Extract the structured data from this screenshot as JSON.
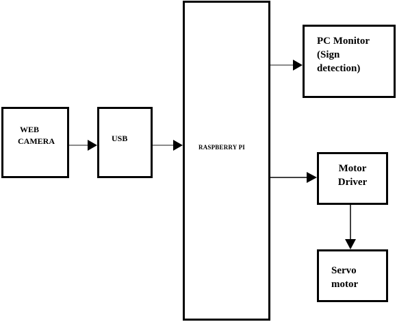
{
  "diagram": {
    "blocks": {
      "web_camera": {
        "lines": [
          "WEB",
          "CAMERA"
        ]
      },
      "usb": {
        "label": "USB"
      },
      "raspberry_pi": {
        "label": "RASPBERRY PI"
      },
      "pc_monitor": {
        "lines": [
          "PC Monitor",
          "(Sign",
          "detection)"
        ]
      },
      "motor_driver": {
        "lines": [
          "Motor",
          "Driver"
        ]
      },
      "servo_motor": {
        "lines": [
          "Servo",
          "motor"
        ]
      }
    },
    "connections": [
      {
        "from": "web_camera",
        "to": "usb",
        "color": "#8a8a8a"
      },
      {
        "from": "usb",
        "to": "raspberry_pi",
        "color": "#8a8a8a"
      },
      {
        "from": "raspberry_pi",
        "to": "pc_monitor",
        "color": "#8a8a8a"
      },
      {
        "from": "raspberry_pi",
        "to": "motor_driver",
        "color": "#000000"
      },
      {
        "from": "motor_driver",
        "to": "servo_motor",
        "color": "#000000"
      }
    ]
  }
}
